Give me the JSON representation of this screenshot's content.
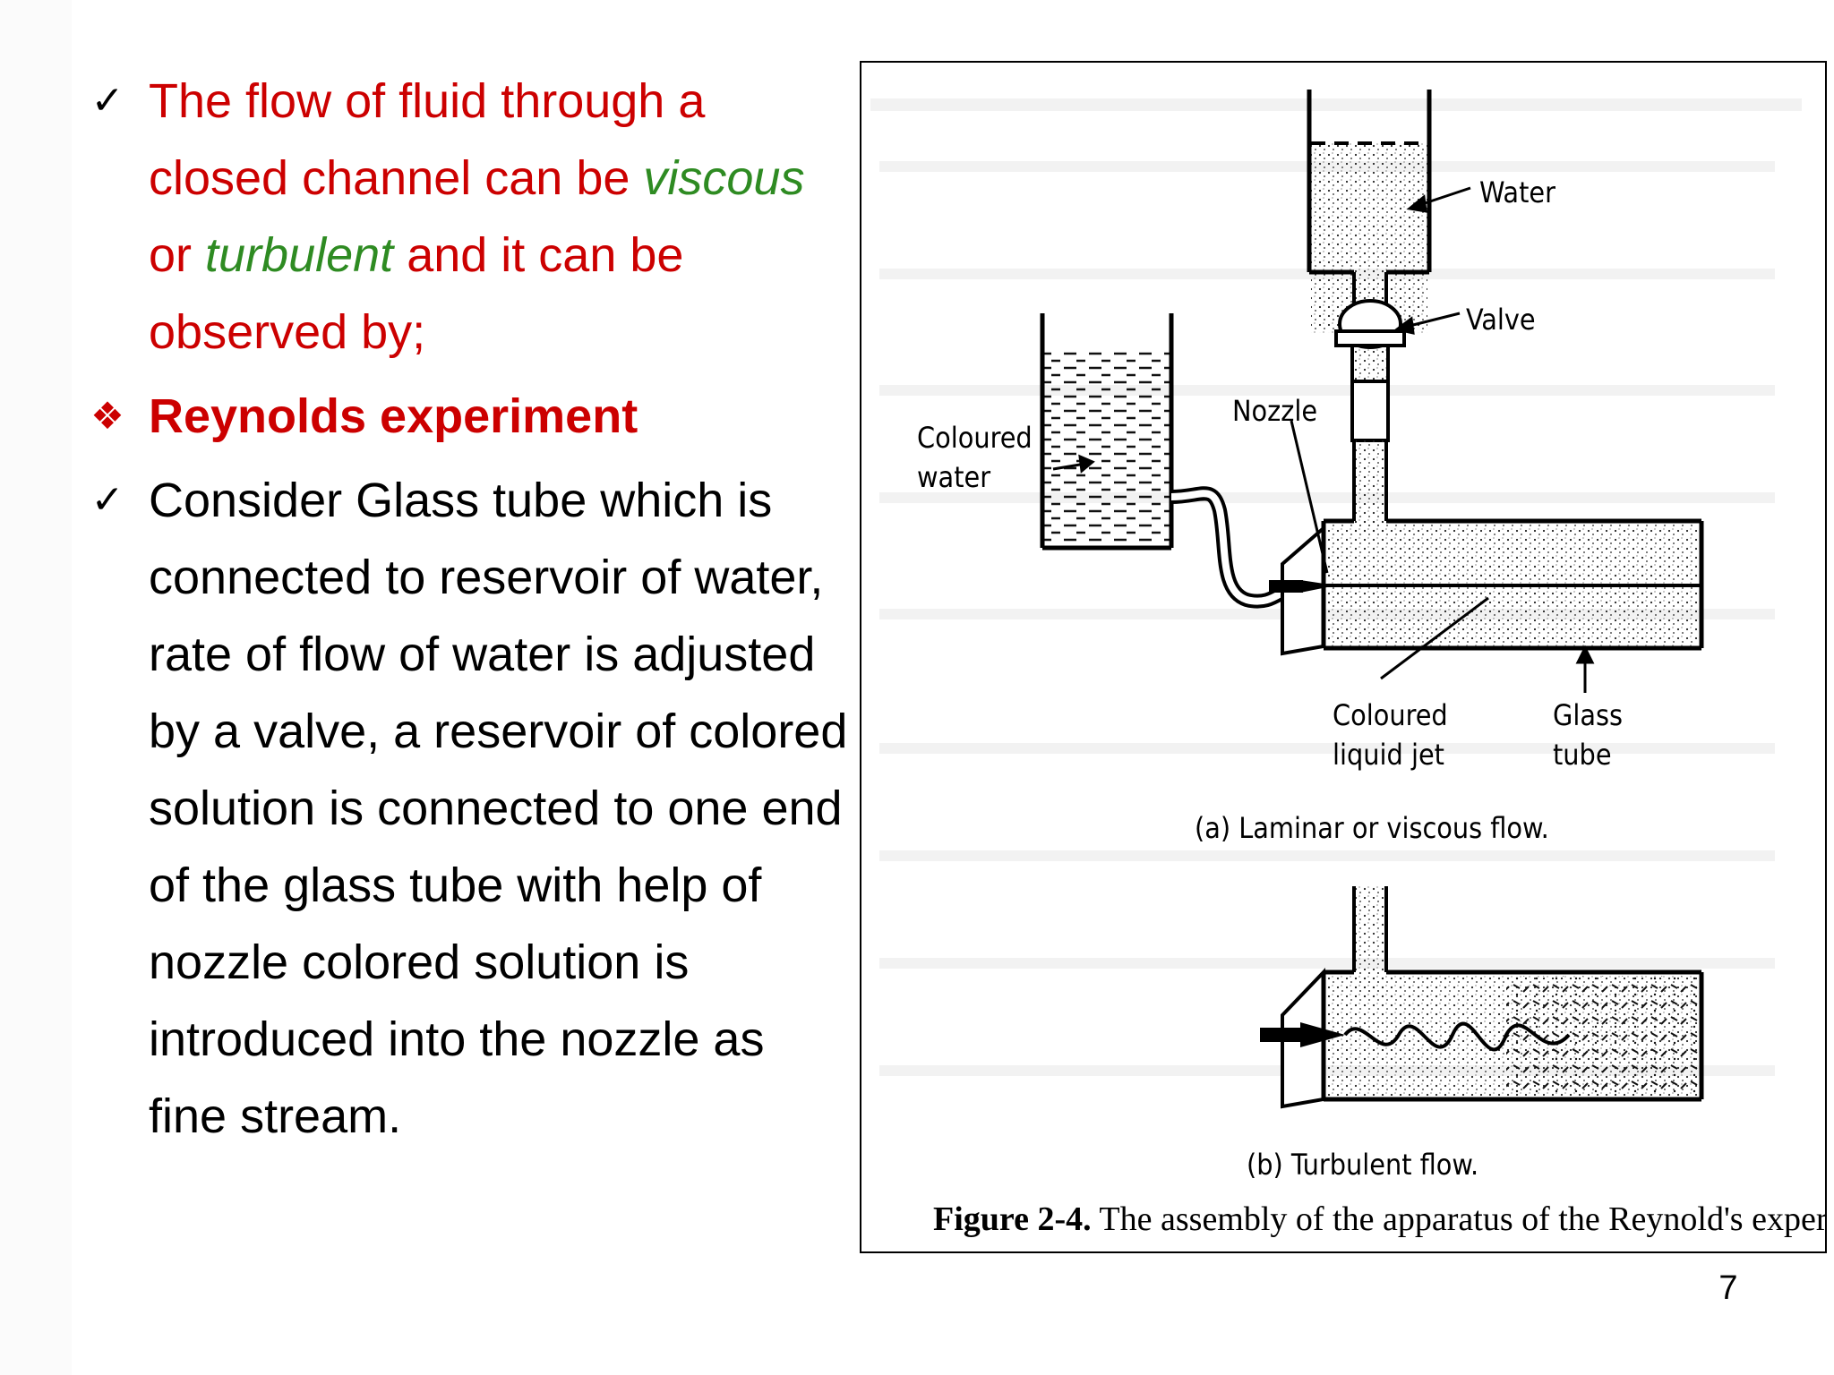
{
  "bullets": {
    "b1_text_a": "The flow of fluid through a closed channel can be ",
    "b1_viscous": "viscous",
    "b1_or": " or ",
    "b1_turbulent": "turbulent",
    "b1_text_b": " and it can be observed by;",
    "heading": "Reynolds experiment",
    "b2_text": "Consider Glass tube which is connected to reservoir of water, rate of flow of water is adjusted by a valve, a reservoir of colored solution is connected to one end of the glass tube with help of nozzle colored solution is introduced into the nozzle as fine stream."
  },
  "figure": {
    "label_water": "Water",
    "label_valve": "Valve",
    "label_nozzle": "Nozzle",
    "label_coloured_water_1": "Coloured",
    "label_coloured_water_2": "water",
    "label_jet_1": "Coloured",
    "label_jet_2": "liquid jet",
    "label_glass_1": "Glass",
    "label_glass_2": "tube",
    "caption_a": "(a) Laminar or viscous flow.",
    "caption_b": "(b) Turbulent flow.",
    "figure_number": "Figure 2-4.",
    "figure_caption": " The assembly of the apparatus of the Reynold's experiment."
  },
  "page_number": "7",
  "colors": {
    "accent_red": "#cc0000",
    "accent_green": "#2e8b22"
  },
  "icons": {
    "check": "check-icon",
    "diamond": "four-diamond-icon"
  }
}
